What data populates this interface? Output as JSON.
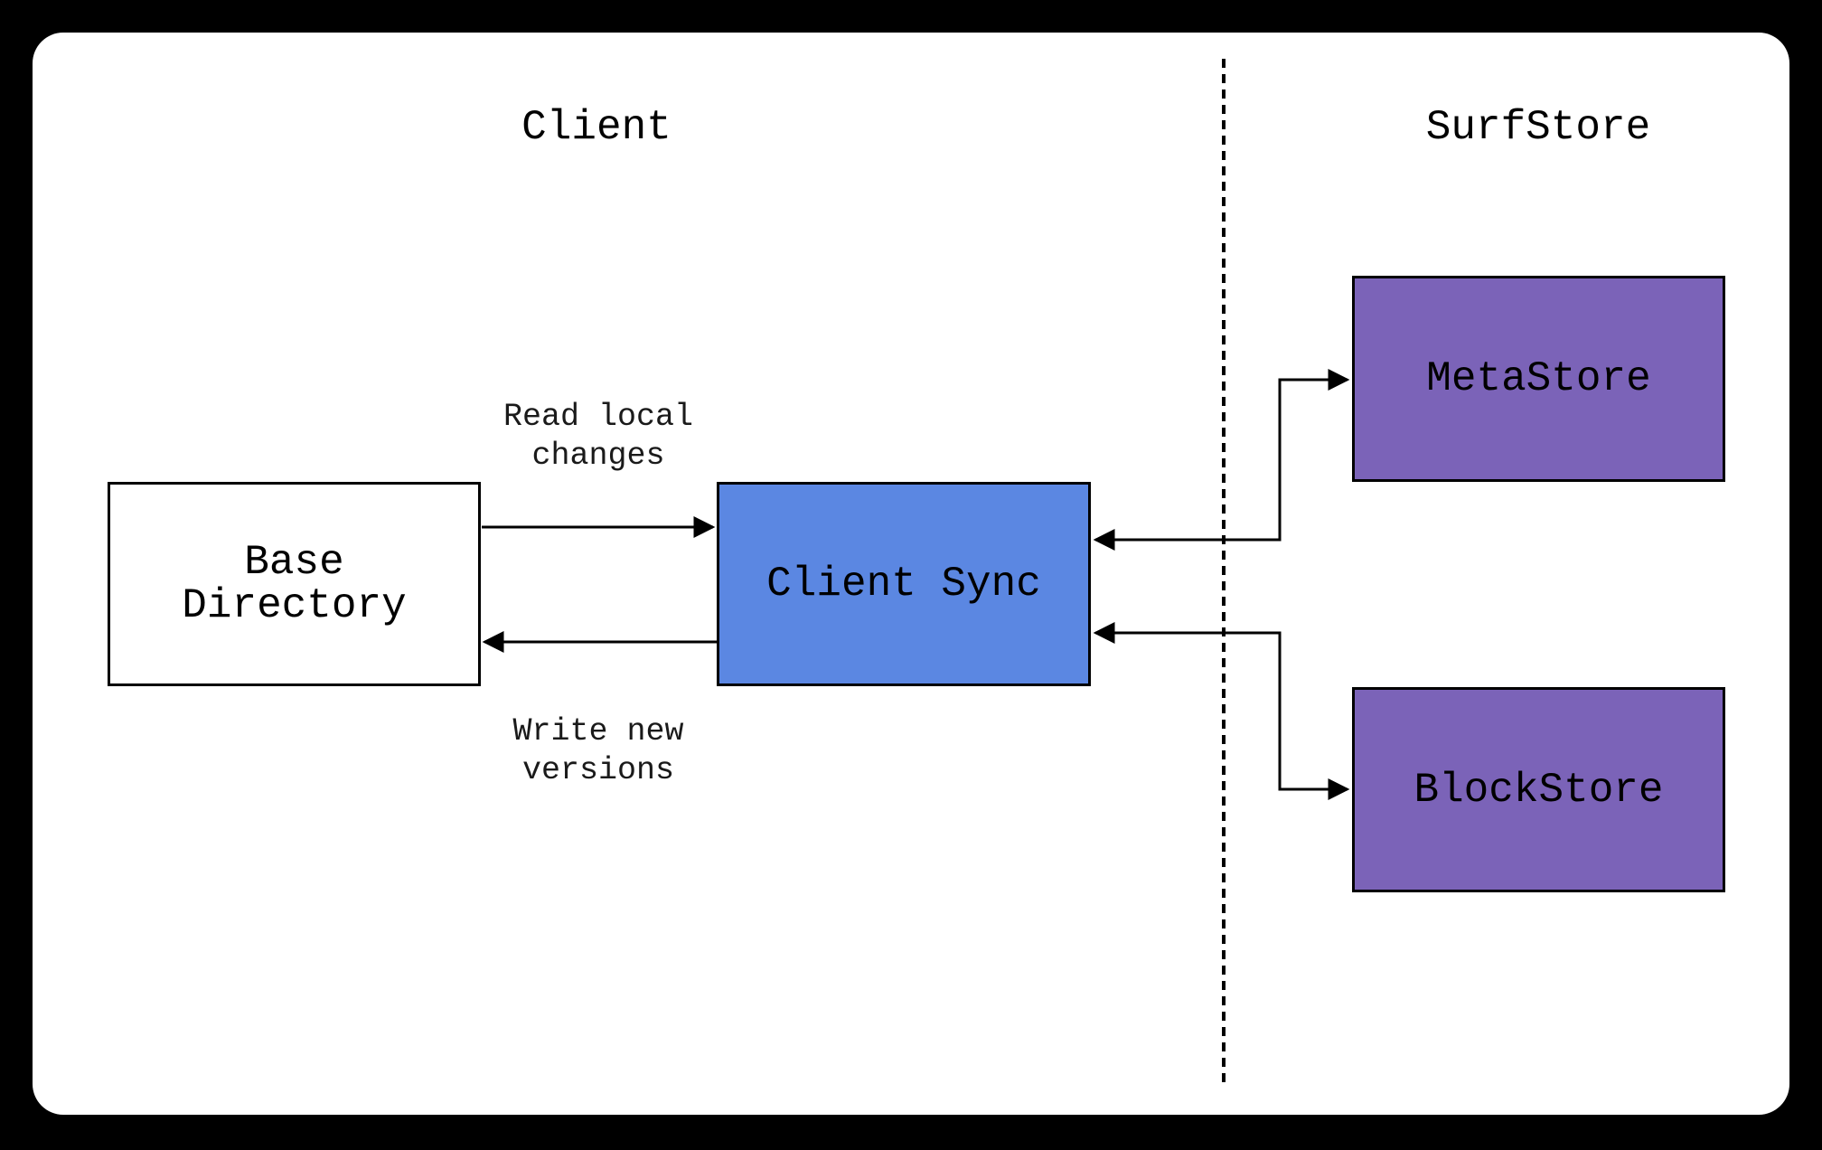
{
  "sections": {
    "client": {
      "label": "Client"
    },
    "surfstore": {
      "label": "SurfStore"
    }
  },
  "nodes": {
    "base_directory": {
      "label": "Base Directory",
      "fill": "#ffffff",
      "border": "#000000"
    },
    "client_sync": {
      "label": "Client Sync",
      "fill": "#5b87e2",
      "border": "#000000"
    },
    "metastore": {
      "label": "MetaStore",
      "fill": "#7b63b8",
      "border": "#000000"
    },
    "blockstore": {
      "label": "BlockStore",
      "fill": "#7b63b8",
      "border": "#000000"
    }
  },
  "edges": {
    "read": {
      "label": "Read local changes"
    },
    "write": {
      "label": "Write new versions"
    }
  },
  "divider": {
    "color": "#000000"
  },
  "colors": {
    "panel_background": "#ffffff",
    "frame": "#000000",
    "line": "#000000",
    "text": "#000000"
  }
}
